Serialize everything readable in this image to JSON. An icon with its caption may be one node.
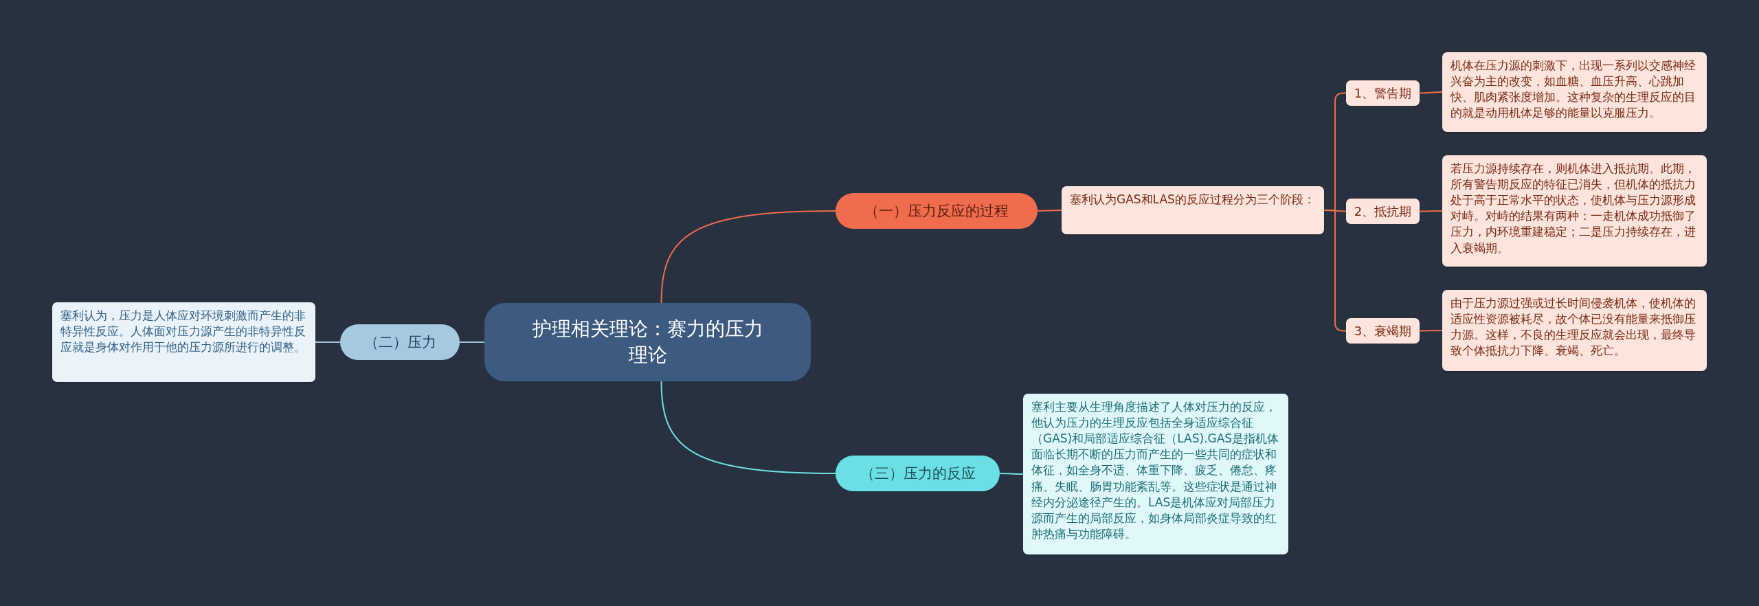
{
  "diagram": {
    "nodes": [
      {
        "text": [
          "护理相关理论：赛力的压力理论"
        ]
      },
      {
        "text": [
          "（一）压力反应的过程"
        ]
      },
      {
        "text": [
          "塞利认为GAS和LAS的反应过程分为三个阶段："
        ]
      },
      {
        "text": [
          "1、警告期"
        ]
      },
      {
        "text": [
          "机体在压力源的刺激下，出现一系列以交感神经兴奋为主的改变，如血糖、血压升高、心跳加快、肌肉紧张度增加。这种复杂的生理反应的目的就是动用机体足够的能量以克服压力。"
        ]
      },
      {
        "text": [
          "2、抵抗期"
        ]
      },
      {
        "text": [
          "若压力源持续存在，则机体进入抵抗期。此期，所有警告期反应的特征已消失，但机体的抵抗力处于高于正常水平的状态，使机体与压力源形成对峙。对峙的结果有两种：一走机体成功抵御了压力，内环境重建稳定；二是压力持续存在，进入衰竭期。"
        ]
      },
      {
        "text": [
          "3、衰竭期"
        ]
      },
      {
        "text": [
          "由于压力源过强或过长时间侵袭机体，使机体的适应性资源被耗尽，故个体已没有能量来抵御压力源。这样，不良的生理反应就会出现，最终导致个体抵抗力下降、衰竭、死亡。"
        ]
      },
      {
        "text": [
          "（二）压力"
        ]
      },
      {
        "text": [
          "塞利认为，压力是人体应对环境刺激而产生的非特异性反应。人体面对压力源产生的非特异性反应就是身体对作用于他的压力源所进行的调整。"
        ]
      },
      {
        "text": [
          "（三）压力的反应"
        ]
      },
      {
        "text": [
          "塞利主要从生理角度描述了人体对压力的反应，他认为压力的生理反应包括全身适应综合征（GAS)和局部适应综合征（LAS).GAS是指机体面临长期不断的压力而产生的一些共同的症状和体征，如全身不适、体重下降、疲乏、倦怠、疼痛、失眠、肠胃功能紊乱等。这些症状是通过神经内分泌途径产生的。LAS是机体应对局部压力源而产生的局部反应，如身体局部炎症导致的红肿热痛与功能障碍。"
        ]
      }
    ],
    "edges": [
      {
        "from": 0,
        "to": 1,
        "arrow": "none"
      },
      {
        "from": 1,
        "to": 2,
        "arrow": "none"
      },
      {
        "from": 2,
        "to": 3,
        "arrow": "none"
      },
      {
        "from": 3,
        "to": 4,
        "arrow": "none"
      },
      {
        "from": 2,
        "to": 5,
        "arrow": "none"
      },
      {
        "from": 5,
        "to": 6,
        "arrow": "none"
      },
      {
        "from": 2,
        "to": 7,
        "arrow": "none"
      },
      {
        "from": 7,
        "to": 8,
        "arrow": "none"
      },
      {
        "from": 0,
        "to": 9,
        "arrow": "none",
        "color": "#9dc3dc"
      },
      {
        "from": 9,
        "to": 10,
        "arrow": "none",
        "color": "#9dc3dc"
      },
      {
        "from": 0,
        "to": 11,
        "arrow": "none",
        "color": "#6fe0e6"
      },
      {
        "from": 11,
        "to": 12,
        "arrow": "none",
        "color": "#6fe0e6"
      }
    ]
  }
}
